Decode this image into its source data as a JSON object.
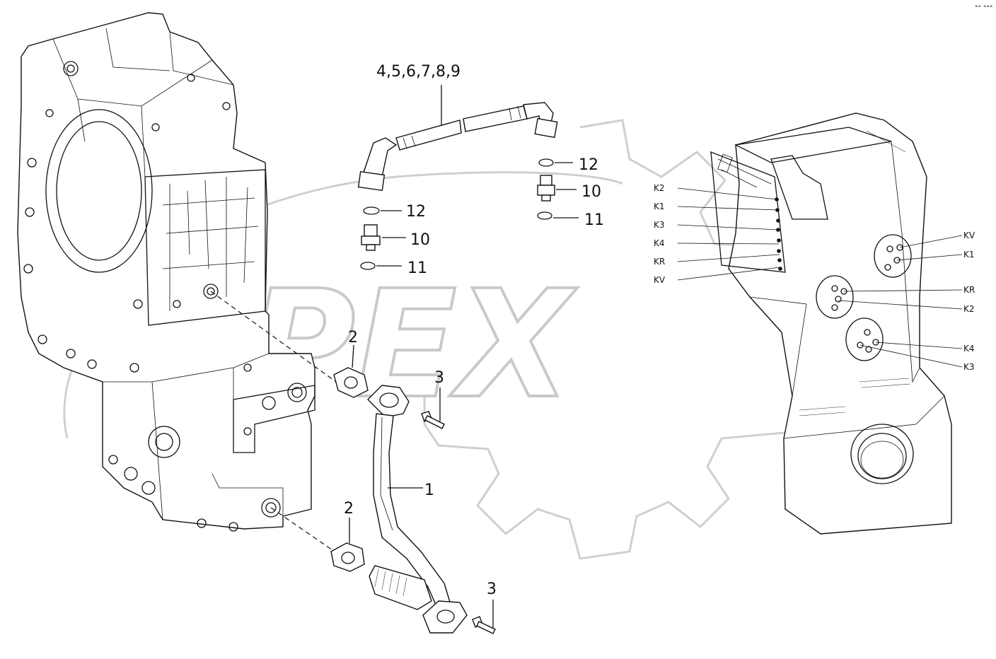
{
  "watermark": {
    "text": "OPEX",
    "color": "#c9c9c9"
  },
  "corner_mark": "°° °°°",
  "callouts": {
    "hose_group": "4,5,6,7,8,9",
    "oring_right_top": "12",
    "fitting_right": "10",
    "oring_right_bottom": "11",
    "oring_left_top": "12",
    "fitting_left": "10",
    "oring_left_bottom": "11",
    "gasket_upper": "2",
    "gasket_lower": "2",
    "bolt_upper": "3",
    "bolt_lower": "3",
    "suction_pipe": "1"
  },
  "valve_block_ports": {
    "left_labels": [
      "K2",
      "K1",
      "K3",
      "K4",
      "KR",
      "KV"
    ],
    "right_labels": [
      "KV",
      "K1",
      "KR",
      "K2",
      "K4",
      "K3"
    ]
  }
}
